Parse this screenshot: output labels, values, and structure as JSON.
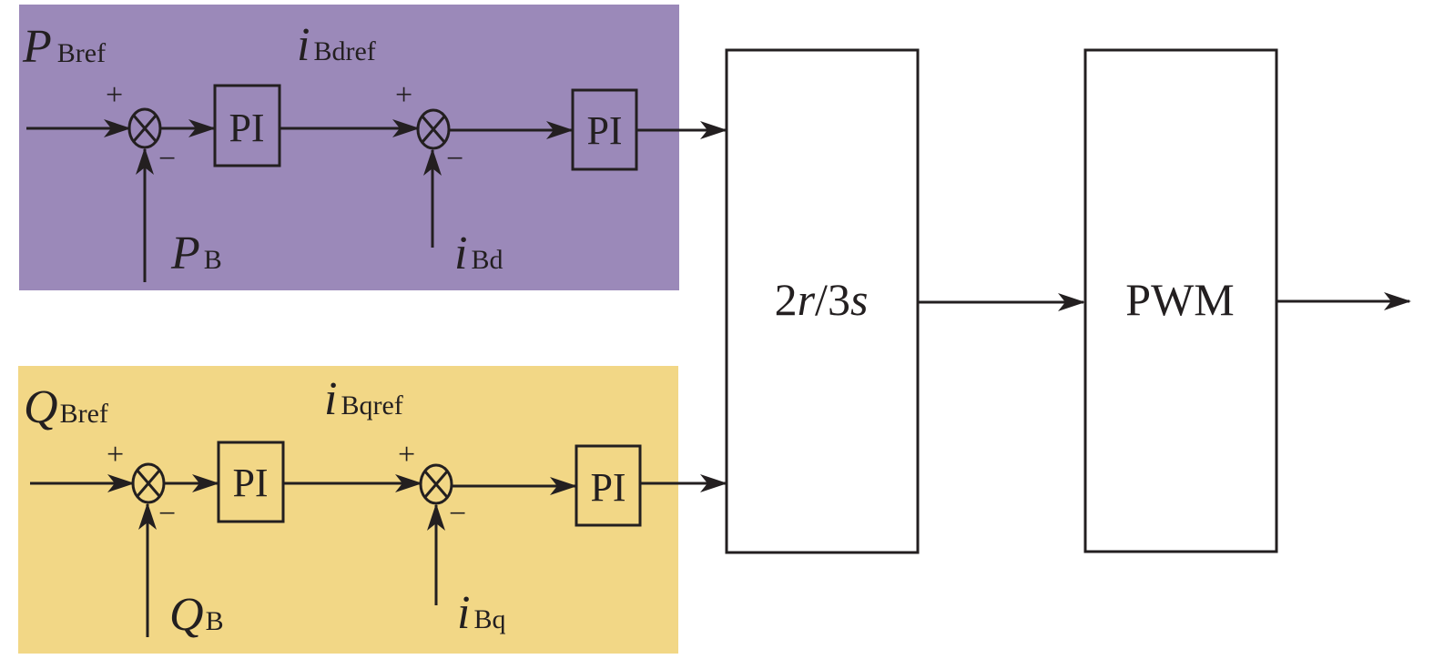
{
  "colors": {
    "p_panel": "#9b89b9",
    "q_panel": "#f2d786",
    "line": "#231f20",
    "background": "#ffffff"
  },
  "p_loop": {
    "ref_label": {
      "main": "P",
      "sub": "Bref"
    },
    "feedback_label": {
      "main": "P",
      "sub": "B"
    },
    "inner_ref_label": {
      "main": "i",
      "sub": "Bdref"
    },
    "inner_feedback_label": {
      "main": "i",
      "sub": "Bd"
    },
    "controller1": "PI",
    "controller2": "PI",
    "plus_sign": "+",
    "minus_sign": "−"
  },
  "q_loop": {
    "ref_label": {
      "main": "Q",
      "sub": "Bref"
    },
    "feedback_label": {
      "main": "Q",
      "sub": "B"
    },
    "inner_ref_label": {
      "main": "i",
      "sub": "Bqref"
    },
    "inner_feedback_label": {
      "main": "i",
      "sub": "Bq"
    },
    "controller1": "PI",
    "controller2": "PI",
    "plus_sign": "+",
    "minus_sign": "−"
  },
  "transform_block": {
    "pre": "2",
    "r": "r",
    "mid": "/3",
    "s": "s"
  },
  "pwm_block": "PWM"
}
